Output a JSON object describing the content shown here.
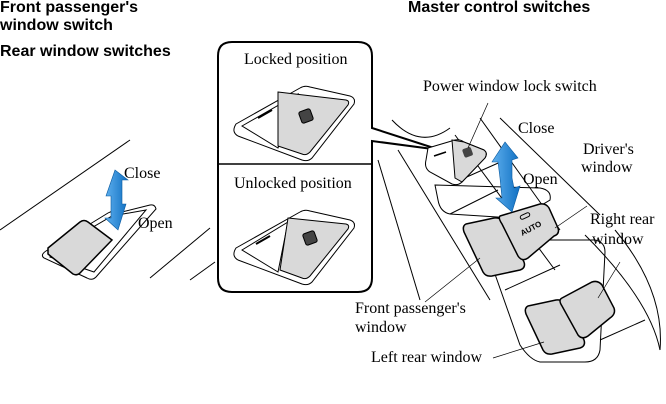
{
  "headings": {
    "front_passenger": "Front passenger's\nwindow switch",
    "front_passenger_line1": "Front passenger's",
    "front_passenger_line2": "window switch",
    "rear": "Rear window switches",
    "master": "Master control switches"
  },
  "callout": {
    "locked": "Locked position",
    "unlocked": "Unlocked position"
  },
  "left_switch": {
    "close": "Close",
    "open": "Open"
  },
  "master": {
    "lock_switch": "Power window lock switch",
    "close": "Close",
    "open": "Open",
    "driver_line1": "Driver's",
    "driver_line2": "window",
    "right_rear_line1": "Right rear",
    "right_rear_line2": "window",
    "front_pass_line1": "Front passenger's",
    "front_pass_line2": "window",
    "left_rear": "Left rear window",
    "auto_label": "AUTO"
  },
  "colors": {
    "arrow_blue": "#1a7fd0",
    "switch_gray": "#d9d9d9"
  }
}
